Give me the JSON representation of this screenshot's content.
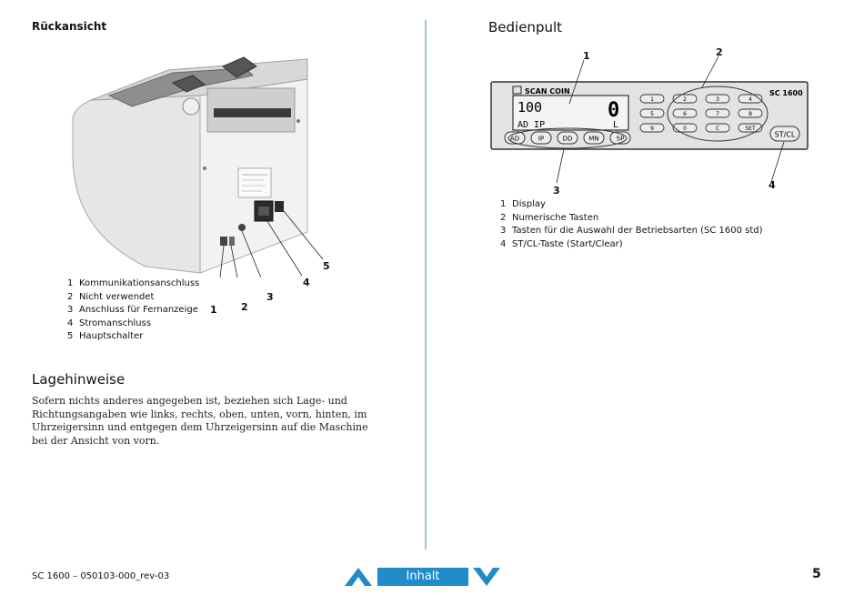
{
  "left": {
    "rear_view_title": "Rückansicht",
    "rear_legend": [
      {
        "num": "1",
        "label": "Kommunikationsanschluss"
      },
      {
        "num": "2",
        "label": "Nicht verwendet"
      },
      {
        "num": "3",
        "label": "Anschluss für Fernanzeige"
      },
      {
        "num": "4",
        "label": "Stromanschluss"
      },
      {
        "num": "5",
        "label": "Hauptschalter"
      }
    ],
    "callouts": [
      "1",
      "2",
      "3",
      "4",
      "5"
    ],
    "section_title": "Lagehinweise",
    "paragraph": "Sofern nichts anderes angegeben ist, beziehen sich Lage- und Richtungsangaben wie links, rechts, oben, unten, vorn, hinten, im Uhrzeigersinn und entgegen dem Uhrzeigersinn auf die Maschine bei der Ansicht von vorn."
  },
  "right": {
    "panel_title": "Bedienpult",
    "panel": {
      "brand": "SCAN COIN",
      "model": "SC 1600",
      "display_value": "100",
      "display_digit": "0",
      "display_modes": "AD IP",
      "display_flag": "L",
      "mode_keys": [
        "AD",
        "IP",
        "DD",
        "MN",
        "SP"
      ],
      "num_keys": [
        "1",
        "2",
        "3",
        "4",
        "5",
        "6",
        "7",
        "8",
        "9",
        "0",
        "C",
        "SET"
      ],
      "start_key": "ST/CL"
    },
    "callouts": [
      "1",
      "2",
      "3",
      "4"
    ],
    "panel_legend": [
      {
        "num": "1",
        "label": "Display"
      },
      {
        "num": "2",
        "label": "Numerische Tasten"
      },
      {
        "num": "3",
        "label": "Tasten für die Auswahl der Betriebsarten (SC 1600 std)"
      },
      {
        "num": "4",
        "label": "ST/CL-Taste (Start/Clear)"
      }
    ]
  },
  "footer": {
    "doc_id": "SC 1600 – 050103-000_rev-03",
    "contents_button": "Inhalt",
    "page_number": "5"
  },
  "colors": {
    "accent": "#1f8bc9",
    "divider": "#9ec5de"
  }
}
